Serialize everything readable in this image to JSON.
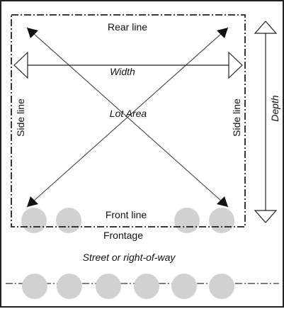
{
  "labels": {
    "rear_line": "Rear line",
    "width": "Width",
    "lot_area": "Lot Area",
    "side_line_left": "Side line",
    "side_line_right": "Side line",
    "depth": "Depth",
    "front_line": "Front line",
    "frontage": "Frontage",
    "street": "Street or right-of-way"
  },
  "colors": {
    "line": "#222222",
    "tree_fill": "#d1d1d1",
    "arrow_fill": "#111111"
  }
}
